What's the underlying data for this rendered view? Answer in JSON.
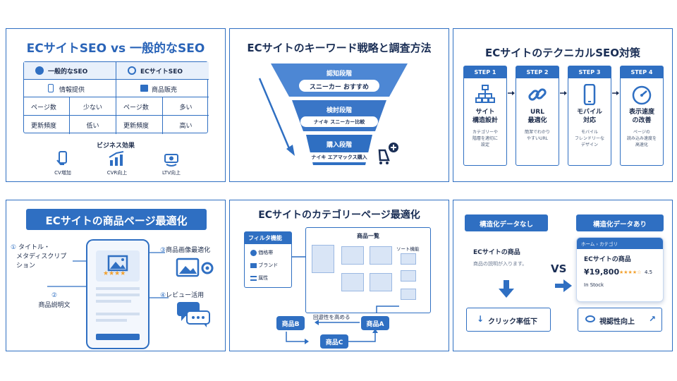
{
  "colors": {
    "accent": "#2f6fc2",
    "dark": "#1a2e55",
    "light": "#e8f0fb"
  },
  "p1": {
    "title": "ECサイトSEO vs 一般的なSEO",
    "col1": "一般的なSEO",
    "col2": "ECサイトSEO",
    "r1a": "情報提供",
    "r1b": "商品販売",
    "r2a": "ページ数",
    "r2b": "少ない",
    "r2c": "ページ数",
    "r2d": "多い",
    "r3a": "更新頻度",
    "r3b": "低い",
    "r3c": "更新頻度",
    "r3d": "高い",
    "biz": "ビジネス効果",
    "e1": "CV増加",
    "e2": "CVR向上",
    "e3": "LTV向上"
  },
  "p2": {
    "title": "ECサイトのキーワード戦略と調査方法",
    "s1": "認知段階",
    "k1": "スニーカー おすすめ",
    "s2": "検討段階",
    "k2": "ナイキ スニーカー比較",
    "s3": "購入段階",
    "k3": "ナイキ エアマックス購入"
  },
  "p3": {
    "title": "ECサイトのテクニカルSEO対策",
    "steps": [
      {
        "label": "STEP 1",
        "title1": "サイト",
        "title2": "構造設計",
        "d1": "カテゴリーや",
        "d2": "階層を適切に",
        "d3": "設定",
        "icon": "sitemap-icon"
      },
      {
        "label": "STEP 2",
        "title1": "URL",
        "title2": "最適化",
        "d1": "簡潔でわかり",
        "d2": "やすいURL",
        "d3": "",
        "icon": "link-icon"
      },
      {
        "label": "STEP 3",
        "title1": "モバイル",
        "title2": "対応",
        "d1": "モバイル",
        "d2": "フレンドリーな",
        "d3": "デザイン",
        "icon": "smartphone-icon"
      },
      {
        "label": "STEP 4",
        "title1": "表示速度",
        "title2": "の改善",
        "d1": "ページの",
        "d2": "読み込み速度を",
        "d3": "高速化",
        "icon": "speedometer-icon"
      }
    ]
  },
  "p4": {
    "title": "ECサイトの商品ページ最適化",
    "n1": "①",
    "t1a": "タイトル・",
    "t1b": "メタディスクリプ",
    "t1c": "ション",
    "n2": "②",
    "t2": "商品説明文",
    "n3": "③",
    "t3": "商品画像最適化",
    "n4": "④",
    "t4": "レビュー活用"
  },
  "p5": {
    "title": "ECサイトのカテゴリーページ最適化",
    "filter": "フィルタ機能",
    "f1": "価格帯",
    "f2": "ブランド",
    "f3": "属性",
    "list": "商品一覧",
    "sort": "ソート機能",
    "circ": "回遊性を高める",
    "a": "商品A",
    "b": "商品B",
    "c": "商品C"
  },
  "p6": {
    "noTitle": "構造化データなし",
    "yesTitle": "構造化データあり",
    "noName": "ECサイトの商品",
    "noDesc": "商品の説明が入ります。",
    "vs": "VS",
    "crumb": "ホーム › カテゴリ",
    "yesName": "ECサイトの商品",
    "price": "¥19,800",
    "stars": "★★★★☆",
    "rating": "4.5",
    "stock": "In Stock",
    "noResult": "クリック率低下",
    "yesResult": "視認性向上"
  }
}
